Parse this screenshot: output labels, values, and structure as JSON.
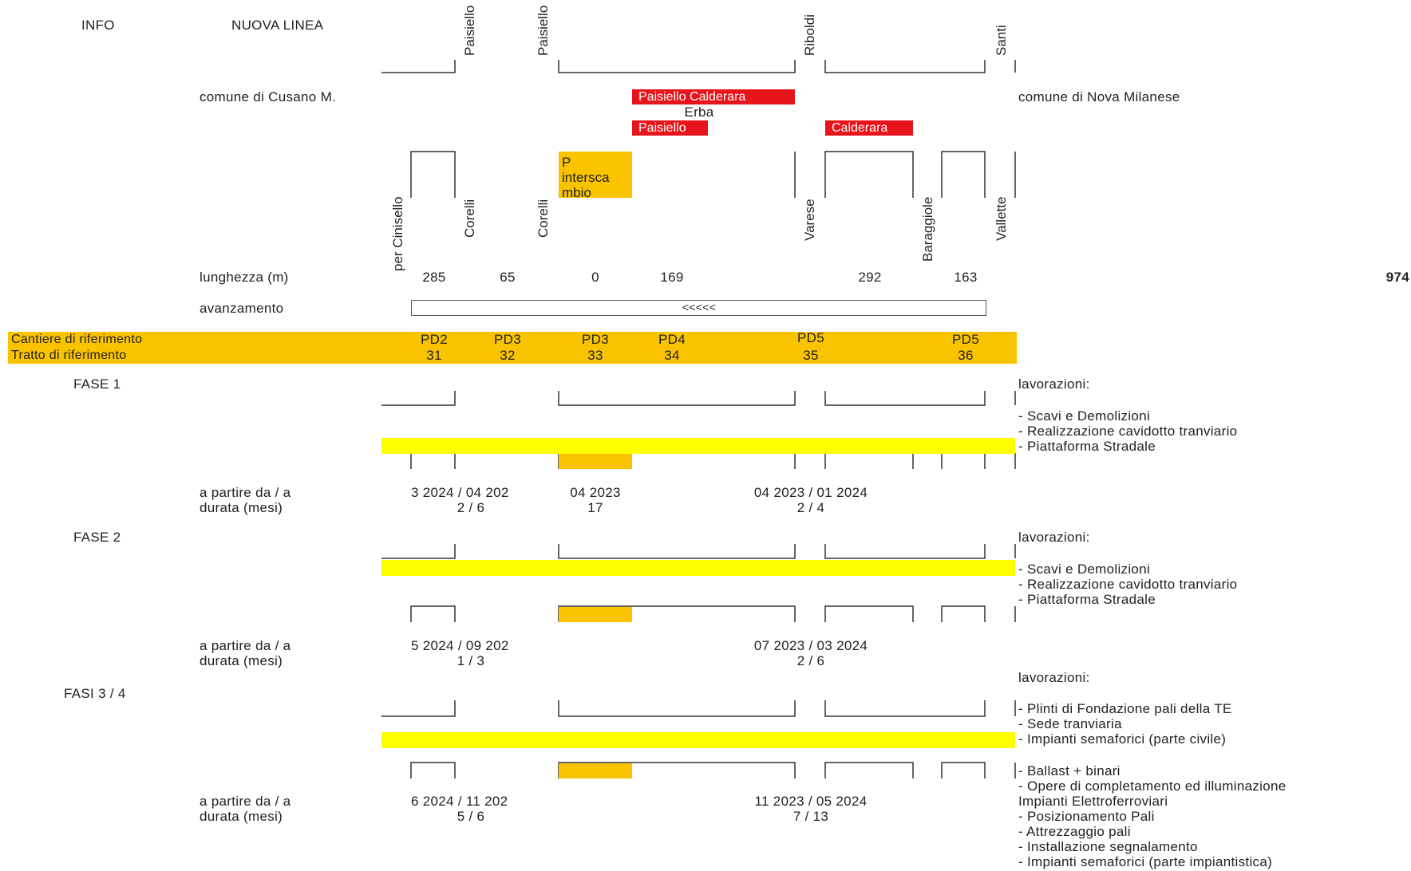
{
  "header": {
    "info": "INFO",
    "line": "NUOVA LINEA"
  },
  "streets_top": [
    "Paisiello",
    "Paisiello",
    "Riboldi",
    "Santi"
  ],
  "streets_bottom": [
    "per Cinisello",
    "Corelli",
    "Corelli",
    "Varese",
    "Baraggiole",
    "Vallette"
  ],
  "comuni": {
    "left": "comune di Cusano M.",
    "right": "comune di Nova Milanese"
  },
  "closures": {
    "row1": "Paisiello  Calderara",
    "erba": "Erba",
    "row2a": "Paisiello",
    "row2b": "Calderara"
  },
  "interchange": "P\nintersca\nmbio",
  "lengths": {
    "label": "lunghezza (m)",
    "values": [
      "285",
      "65",
      "0",
      "169",
      "292",
      "163"
    ],
    "total": "974"
  },
  "advancement": {
    "label": "avanzamento",
    "arrow": "<<<<<"
  },
  "reference": {
    "cantiere_label": "Cantiere di riferimento",
    "tratto_label": "Tratto di riferimento",
    "cantieri": [
      "PD2",
      "PD3",
      "PD3",
      "PD4",
      "PD5",
      "PD5"
    ],
    "tratti": [
      "31",
      "32",
      "33",
      "34",
      "35",
      "36"
    ]
  },
  "phases": [
    {
      "title": "FASE 1",
      "start_label": "a partire da / a",
      "duration_label": "durata (mesi)",
      "works_label": "lavorazioni:",
      "works": [
        "- Scavi e Demolizioni",
        "- Realizzazione cavidotto tranviario",
        "- Piattaforma Stradale"
      ],
      "dates": [
        "3 2024 / 04 202",
        "04 2023",
        "04 2023 / 01 2024"
      ],
      "durations": [
        "2 / 6",
        "17",
        "2 / 4"
      ]
    },
    {
      "title": "FASE 2",
      "start_label": "a partire da / a",
      "duration_label": "durata (mesi)",
      "works_label": "lavorazioni:",
      "works": [
        "- Scavi e Demolizioni",
        "- Realizzazione cavidotto tranviario",
        "- Piattaforma Stradale"
      ],
      "dates": [
        "5 2024 / 09 202",
        "07 2023 / 03 2024"
      ],
      "durations": [
        "1 / 3",
        "2 / 6"
      ]
    },
    {
      "title": "FASI 3 / 4",
      "start_label": "a partire da / a",
      "duration_label": "durata (mesi)",
      "works_label": "lavorazioni:",
      "works": [
        "- Plinti di Fondazione pali della TE",
        "- Sede tranviaria",
        "- Impianti semaforici (parte civile)",
        "- Ballast + binari",
        "- Opere di completamento ed illuminazione",
        "Impianti Elettroferroviari",
        "- Posizionamento Pali",
        "- Attrezzaggio pali",
        "- Installazione segnalamento",
        "- Impianti semaforici (parte impiantistica)"
      ],
      "dates": [
        "6 2024 / 11 202",
        "11 2023 / 05 2024"
      ],
      "durations": [
        "5 / 6",
        "7 / 13"
      ]
    }
  ],
  "colors": {
    "orange": "#f9c300",
    "yellow": "#ffff00",
    "red": "#e8141b",
    "line": "#333333"
  }
}
